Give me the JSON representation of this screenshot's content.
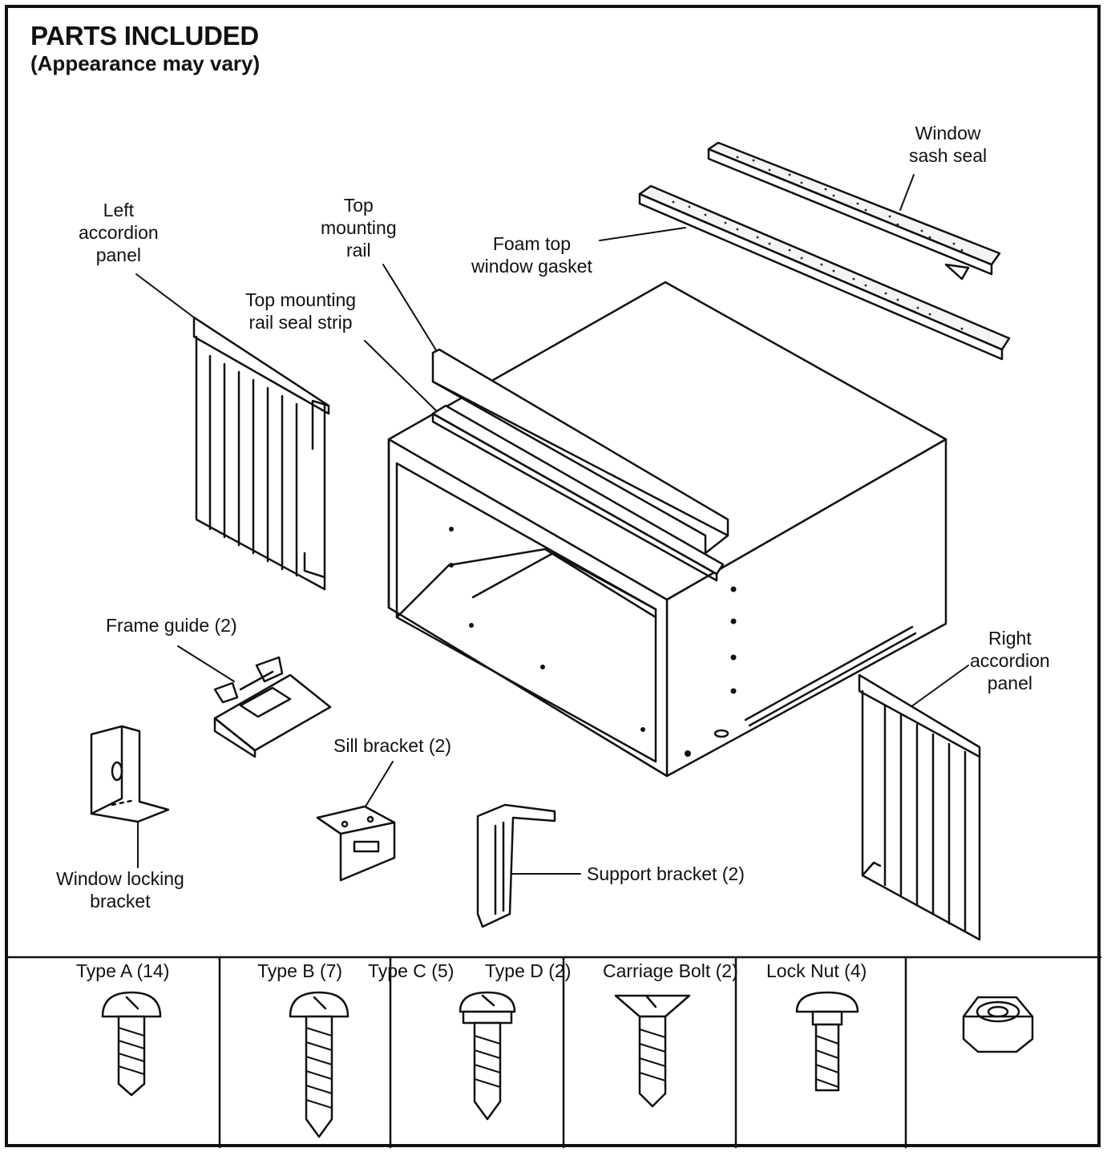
{
  "header": {
    "title": "PARTS INCLUDED",
    "subtitle": "(Appearance may vary)"
  },
  "parts": {
    "left_accordion_panel": "Left\naccordion\npanel",
    "top_mounting_rail": "Top\nmounting\nrail",
    "top_mounting_rail_seal_strip": "Top mounting\nrail seal strip",
    "foam_top_window_gasket": "Foam top\nwindow gasket",
    "window_sash_seal": "Window\nsash seal",
    "right_accordion_panel": "Right\naccordion\npanel",
    "frame_guide": "Frame guide (2)",
    "sill_bracket": "Sill bracket (2)",
    "window_locking_bracket": "Window locking\nbracket",
    "support_bracket": "Support bracket (2)"
  },
  "hardware": [
    {
      "label": "Type A (14)",
      "icon": "pan-head-screw-icon"
    },
    {
      "label": "Type B (7)",
      "icon": "long-pan-head-screw-icon"
    },
    {
      "label": "Type C (5)",
      "icon": "washer-head-screw-icon"
    },
    {
      "label": "Type D (2)",
      "icon": "flat-head-screw-icon"
    },
    {
      "label": "Carriage Bolt (2)",
      "icon": "carriage-bolt-icon"
    },
    {
      "label": "Lock Nut (4)",
      "icon": "lock-nut-icon"
    }
  ]
}
